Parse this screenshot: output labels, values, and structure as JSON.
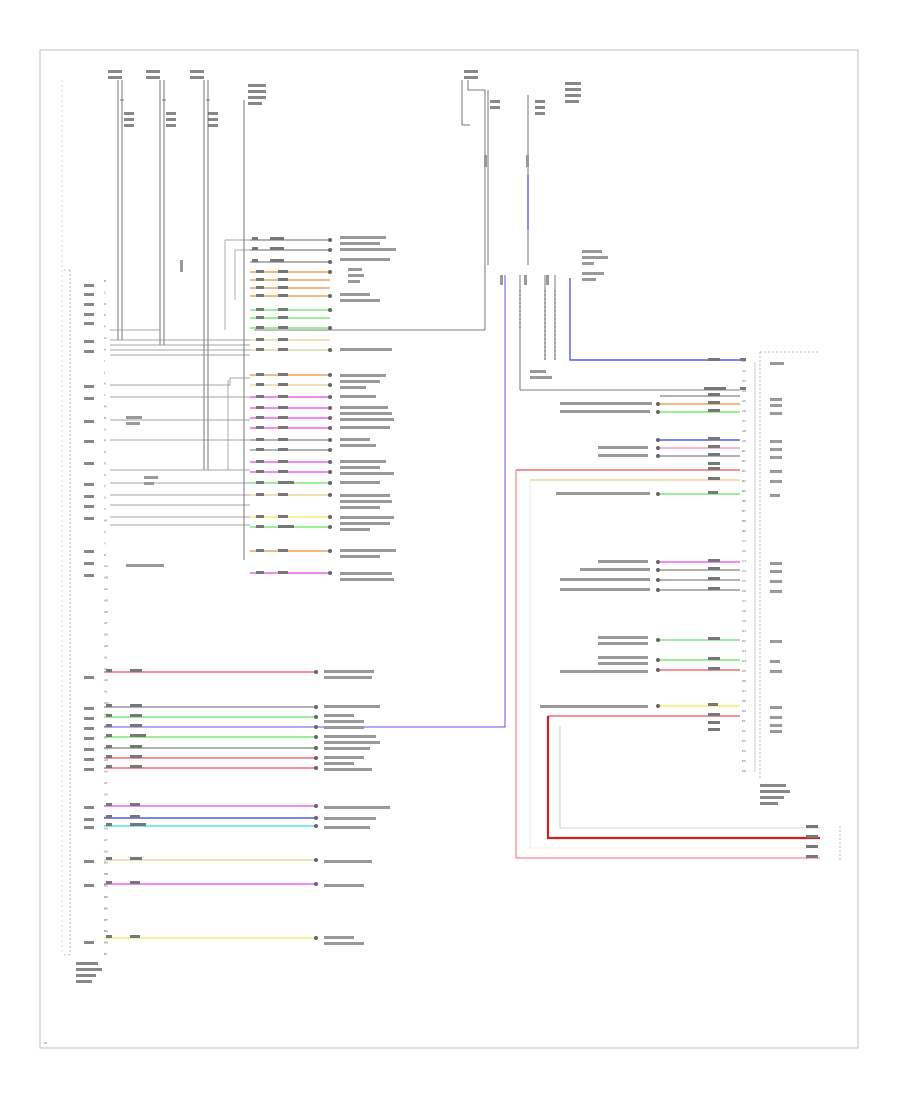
{
  "diagram": {
    "footer_id": "W",
    "colors": {
      "red": "#f06a7a",
      "pink": "#f4a0b8",
      "magenta": "#f060f0",
      "blue": "#5a5ae6",
      "cyan": "#50e0f0",
      "green": "#7ce87c",
      "orange": "#f2a05a",
      "yellow": "#f0f070",
      "tan": "#e8d8a8",
      "gray": "#9a9a9a",
      "dark": "#555555",
      "darkred": "#d02020",
      "border": "#cccccc"
    },
    "left_pins": [
      "B",
      "C",
      "D",
      "E",
      "F",
      "G",
      "H",
      "I",
      "J",
      "K",
      "L",
      "M",
      "N",
      "O",
      "P",
      "Q",
      "R",
      "S",
      "T",
      "U",
      "V",
      "W",
      "X",
      "Y",
      "Z",
      "AA",
      "AB",
      "AC",
      "AD",
      "AE",
      "AF",
      "AG",
      "AH",
      "AI",
      "AJ",
      "AK",
      "AL",
      "AM",
      "AN",
      "AO",
      "AP",
      "AQ",
      "AR",
      "AS",
      "AT",
      "AU",
      "AV",
      "AW",
      "AX",
      "AY",
      "AZ",
      "BA",
      "BB",
      "BC",
      "BD",
      "BE",
      "BF",
      "BG",
      "BH",
      "BI"
    ],
    "right_pins": [
      "A1",
      "A2",
      "A3",
      "A4",
      "A5",
      "A6",
      "A7",
      "A8",
      "A9",
      "B1",
      "B2",
      "B3",
      "B4",
      "B5",
      "B6",
      "B7",
      "B8",
      "B9",
      "C1",
      "C2",
      "C3",
      "C4",
      "C5",
      "C6",
      "C7",
      "C8",
      "C9",
      "D1",
      "D2",
      "D3",
      "D4",
      "D5",
      "D6",
      "D7",
      "D8",
      "D9",
      "E1",
      "E2",
      "E3",
      "E4",
      "E5",
      "E6"
    ]
  }
}
